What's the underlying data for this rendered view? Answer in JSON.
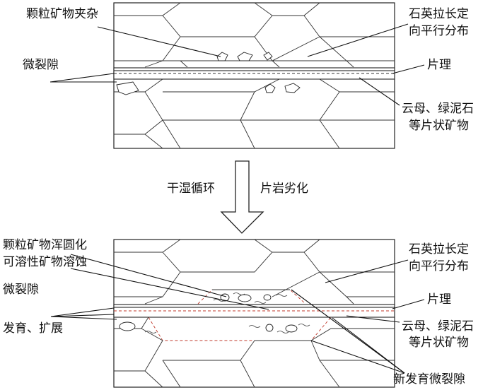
{
  "top_panel": {
    "label_granular": "颗粒矿物夹杂",
    "label_quartz_line1": "石英拉长定",
    "label_quartz_line2": "向平行分布",
    "label_microfracture": "微裂隙",
    "label_schistosity": "片理",
    "label_mica_line1": "云母、绿泥石",
    "label_mica_line2": "等片状矿物"
  },
  "arrow": {
    "label_left": "干湿循环",
    "label_right": "片岩劣化"
  },
  "bottom_panel": {
    "label_rounding": "颗粒矿物浑圆化",
    "label_dissolution": "可溶性矿物溶蚀",
    "label_quartz_line1": "石英拉长定",
    "label_quartz_line2": "向平行分布",
    "label_microfracture_line1": "微裂隙",
    "label_microfracture_line2": "发育、扩展",
    "label_schistosity": "片理",
    "label_mica_line1": "云母、绿泥石",
    "label_mica_line2": "等片状矿物",
    "label_new_fracture": "新发育微裂隙"
  }
}
